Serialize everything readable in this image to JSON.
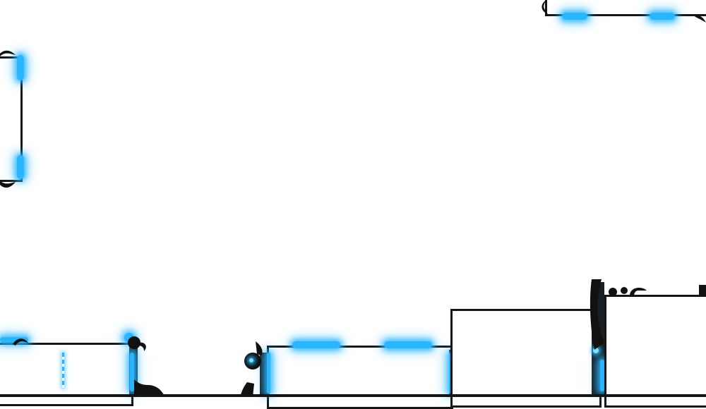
{
  "hud": {
    "theme": "dark-metal frame with blue glow",
    "accent_color": "#29b6ff",
    "frame_color": "#151515",
    "background_color": "#ffffff"
  },
  "panels": [
    {
      "name": "minimap-frame"
    },
    {
      "name": "left-side-panel-frame"
    },
    {
      "name": "bottom-left-panel-frame"
    },
    {
      "name": "bottom-center-panel-frame"
    },
    {
      "name": "bottom-right-panel-frame"
    },
    {
      "name": "corner-panel-frame"
    }
  ],
  "icons": [
    "ornament-claw-icon",
    "glow-gem-icon",
    "spiked-crest-icon"
  ]
}
